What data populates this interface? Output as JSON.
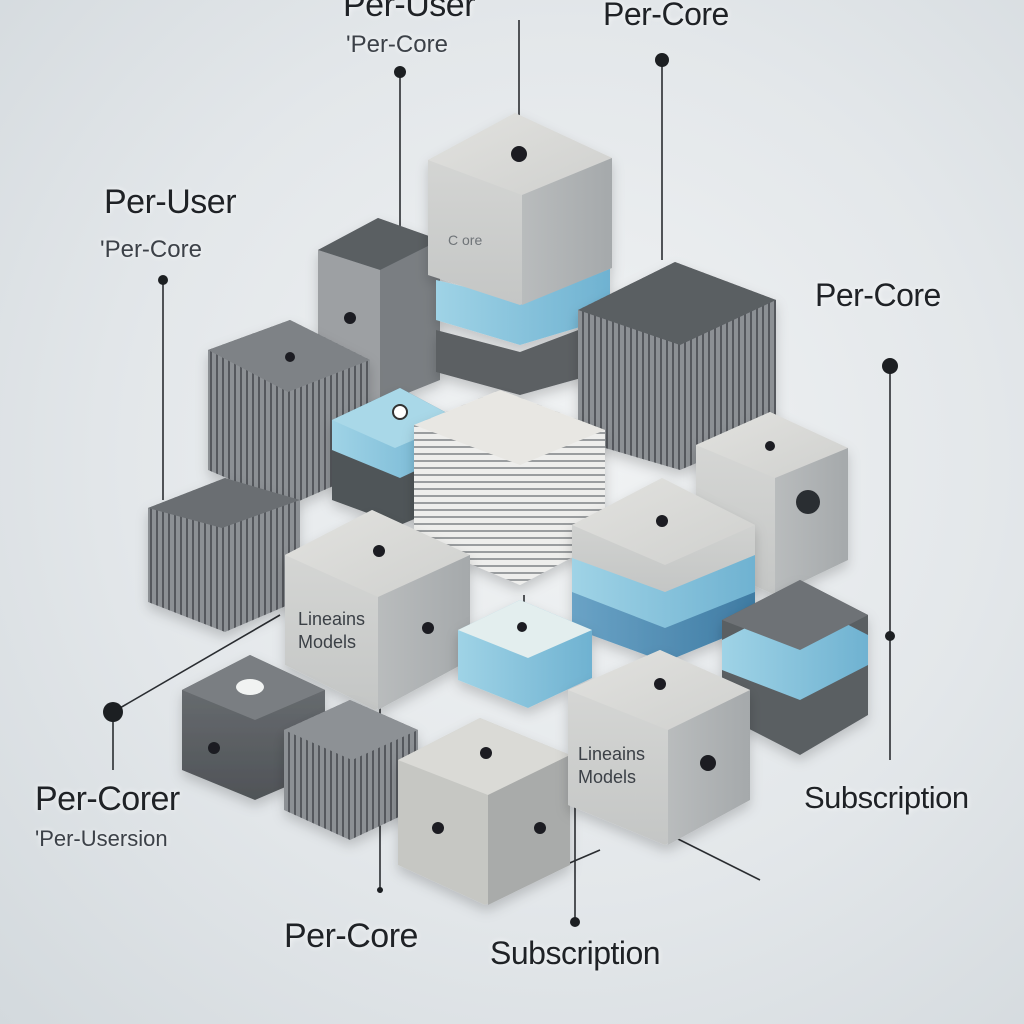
{
  "labels": {
    "top_center_title": "Per-User",
    "top_center_sub": "'Per-Core",
    "top_right_title": "Per-Core",
    "left_title": "Per-User",
    "left_sub": "'Per-Core",
    "right_title": "Per-Core",
    "bottom_left_title": "Per-Corer",
    "bottom_left_sub": "'Per-Usersion",
    "bottom_center_title": "Per-Core",
    "bottom_center_right_title": "Subscription",
    "right_bottom_title": "Subscription"
  },
  "cube_text": {
    "top_cube": "C ore",
    "front_cube_line1": "Lineains",
    "front_cube_line2": "Models",
    "right_cube_line1": "Lineains",
    "right_cube_line2": "Models"
  },
  "colors": {
    "light_gray": "#d6d8d8",
    "mid_gray": "#8a8e92",
    "dark_gray": "#55595e",
    "accent_blue": "#8ec9de",
    "deep_blue": "#4b86ad"
  }
}
